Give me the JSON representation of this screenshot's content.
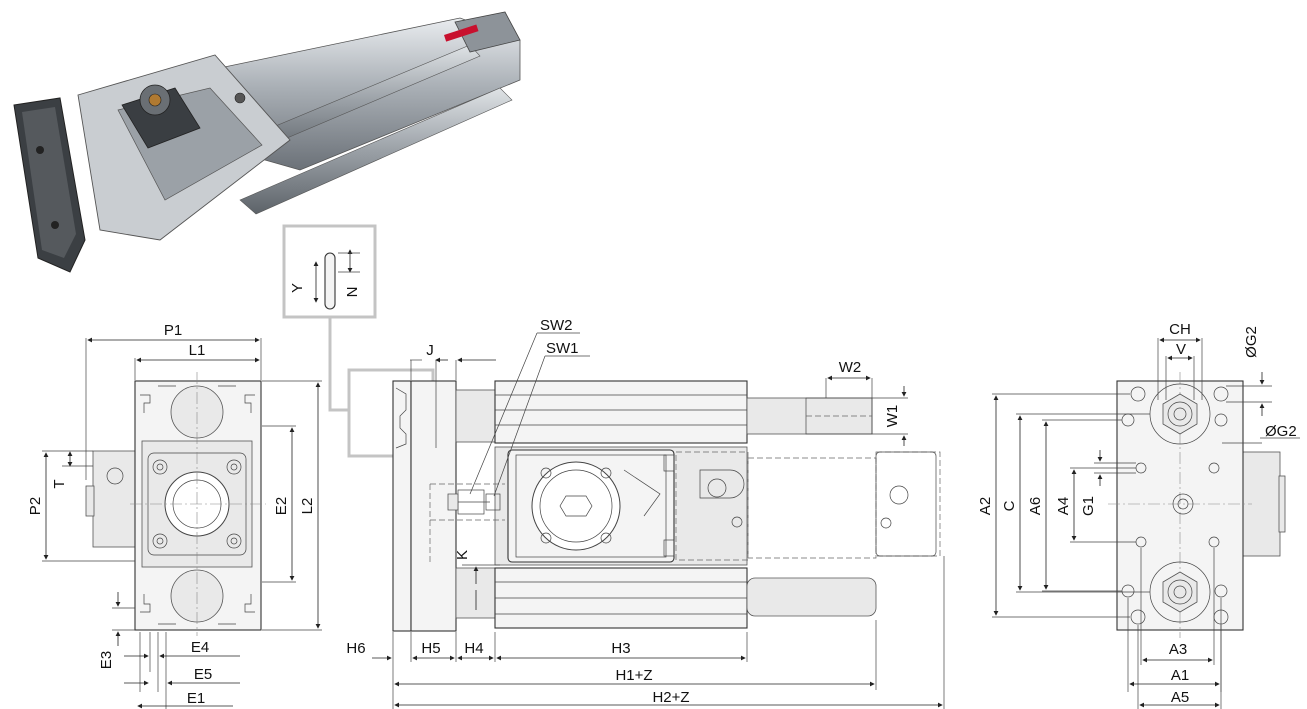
{
  "labels": {
    "P1": "P1",
    "L1": "L1",
    "P2": "P2",
    "T": "T",
    "E2": "E2",
    "L2": "L2",
    "E3": "E3",
    "E4": "E4",
    "E5": "E5",
    "E1": "E1",
    "Y": "Y",
    "N": "N",
    "J": "J",
    "SW2": "SW2",
    "SW1": "SW1",
    "W2": "W2",
    "W1": "W1",
    "K": "K",
    "H6": "H6",
    "H5": "H5",
    "H4": "H4",
    "H3": "H3",
    "H1Z": "H1+Z",
    "H2Z": "H2+Z",
    "CH": "CH",
    "V": "V",
    "G2top": "ØG2",
    "G2side": "ØG2",
    "A2": "A2",
    "C": "C",
    "A6": "A6",
    "A4": "A4",
    "G1": "G1",
    "A3": "A3",
    "A1": "A1",
    "A5": "A5"
  },
  "colors": {
    "body": "#f4f4f4",
    "line": "#333333",
    "callout": "#c4c4c4",
    "label_red": "#c8102e"
  }
}
